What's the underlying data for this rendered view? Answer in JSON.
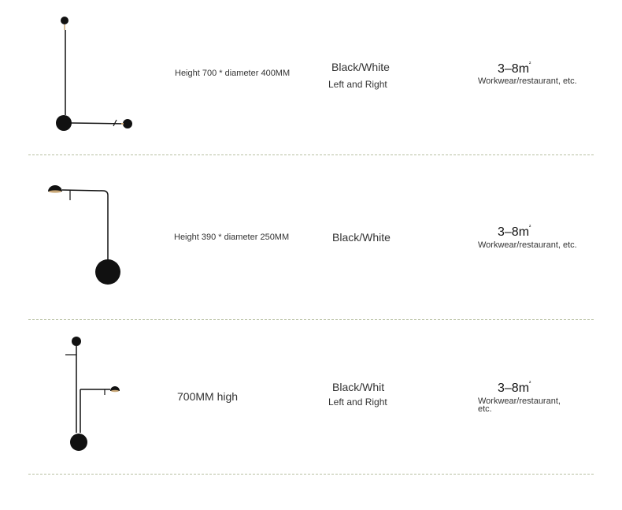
{
  "products": [
    {
      "size": "Height 700 * diameter 400MM",
      "color": "Black/White",
      "direction": "Left and Right",
      "area": "3–8m",
      "area_unit": "²",
      "use": "Workwear/restaurant, etc."
    },
    {
      "size": "Height 390 * diameter 250MM",
      "color": "Black/White",
      "direction": "",
      "area": "3–8m",
      "area_unit": "²",
      "use": "Workwear/restaurant, etc."
    },
    {
      "size": "700MM high",
      "color": "Black/Whit",
      "direction": "Left and Right",
      "area": "3–8m",
      "area_unit": "²",
      "use": "Workwear/restaurant, etc."
    }
  ],
  "colors": {
    "lamp_black": "#111111",
    "lamp_warm": "#c9a777",
    "divider": "#b8c0a2"
  }
}
